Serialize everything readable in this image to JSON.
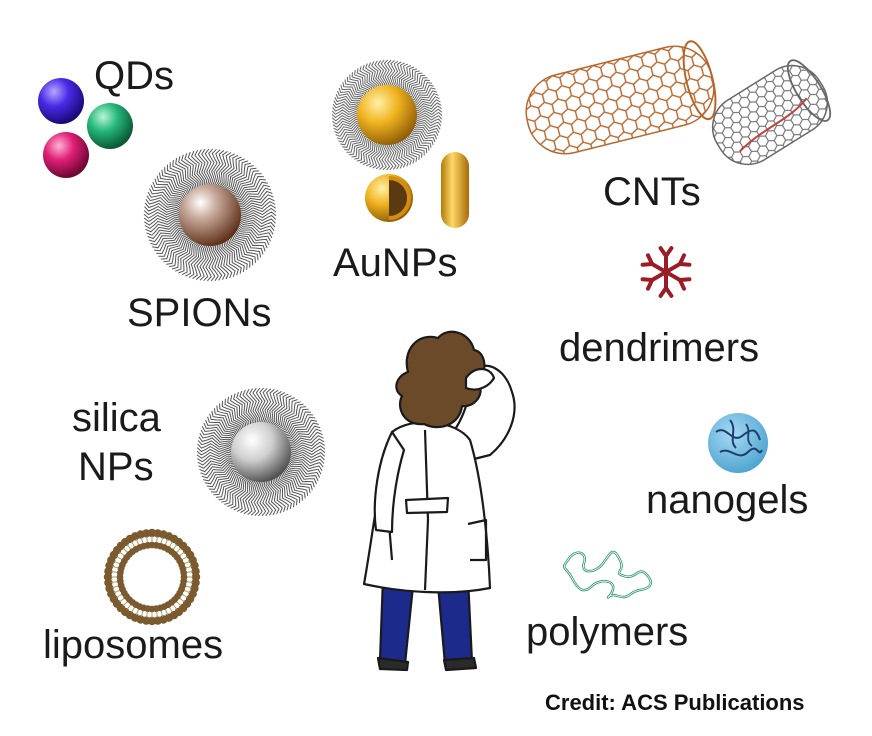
{
  "labels": {
    "qds": "QDs",
    "aunps": "AuNPs",
    "cnts": "CNTs",
    "spions": "SPIONs",
    "dendrimers": "dendrimers",
    "silica_line1": "silica",
    "silica_line2": "NPs",
    "nanogels": "nanogels",
    "liposomes": "liposomes",
    "polymers": "polymers"
  },
  "credit": "Credit: ACS Publications",
  "colors": {
    "qd_purple": "#3b1fd6",
    "qd_green": "#1fa36b",
    "qd_magenta": "#d01a6b",
    "gold": "#e2a21a",
    "cnt_orange": "#c0622a",
    "cnt_gray": "#777777",
    "dendrimer": "#9b1c24",
    "nanogel": "#5fb0d8",
    "polymer": "#2f9a6a",
    "liposome": "#7a5a2e"
  }
}
